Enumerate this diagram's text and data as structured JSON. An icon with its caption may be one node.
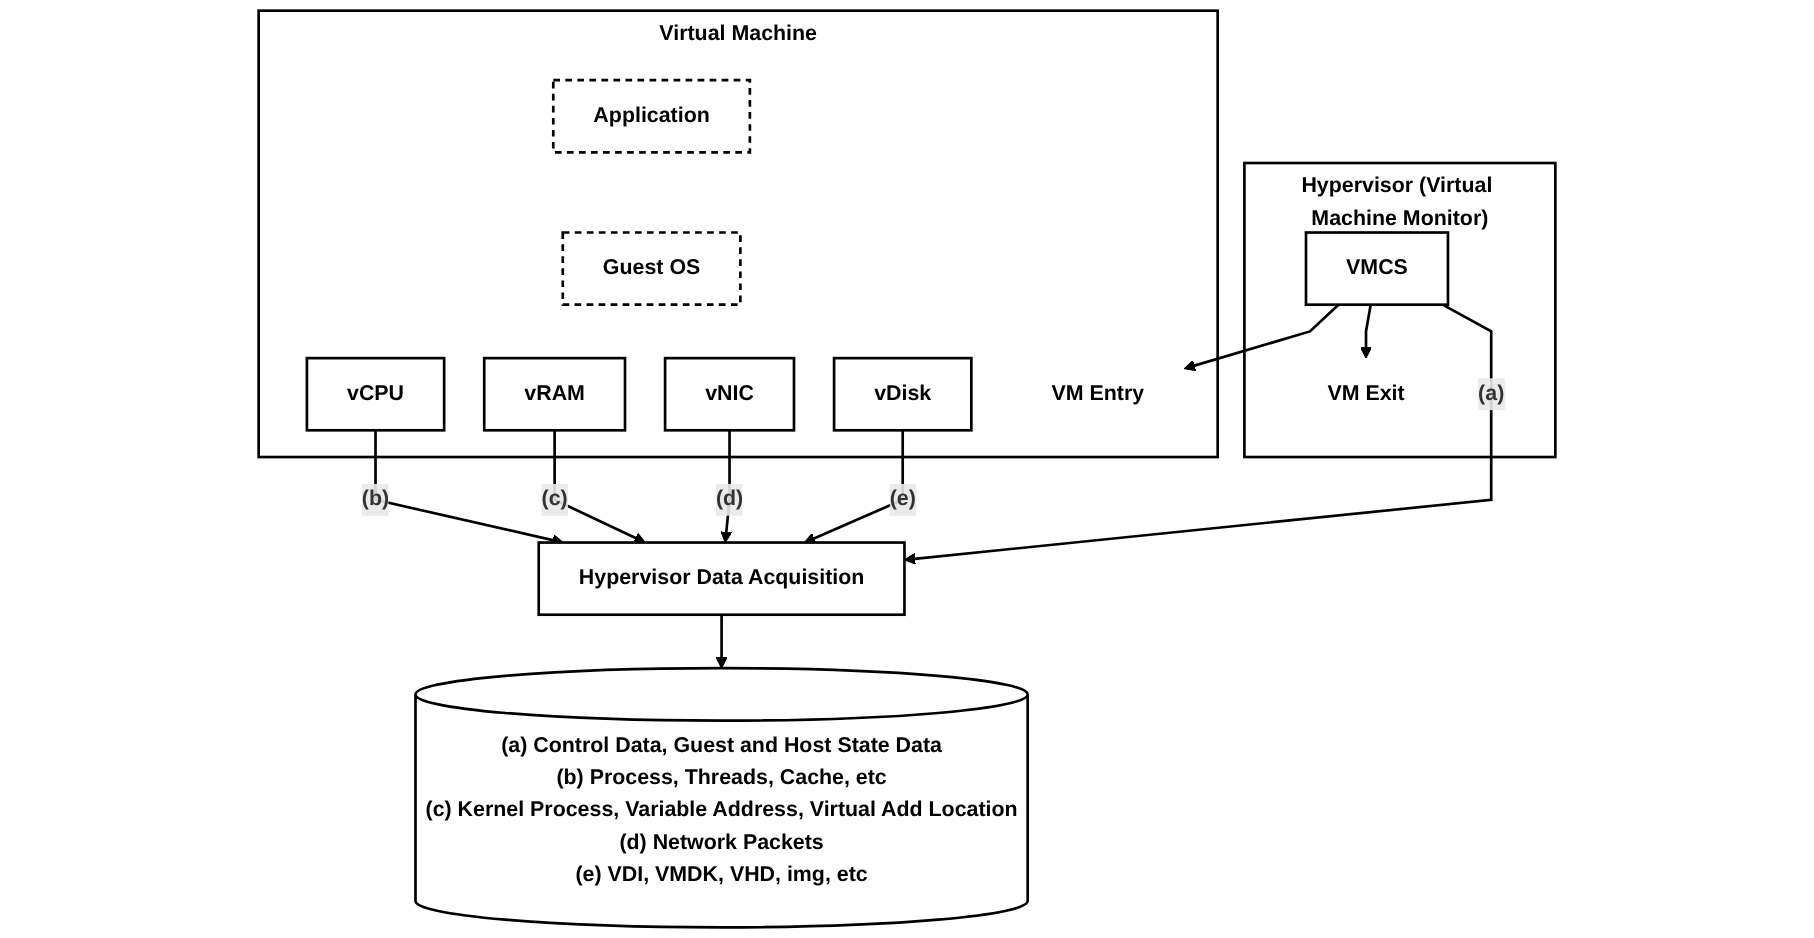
{
  "diagram": {
    "nodes": [
      {
        "text": [
          "Virtual Machine"
        ]
      },
      {
        "text": [
          "Application"
        ],
        "in": 0
      },
      {
        "text": [
          "Guest OS"
        ],
        "in": 0
      },
      {
        "text": [
          "vCPU"
        ],
        "in": 0
      },
      {
        "text": [
          "vRAM"
        ],
        "in": 0
      },
      {
        "text": [
          "vNIC"
        ],
        "in": 0
      },
      {
        "text": [
          "vDisk"
        ],
        "in": 0
      },
      {
        "text": [
          "Hypervisor (Virtual Machine Monitor)"
        ]
      },
      {
        "text": [
          "VMCS"
        ],
        "in": 7
      },
      {
        "text": [
          "Hypervisor Data Acquisition"
        ]
      },
      {
        "text": [
          "(a) Control Data, Guest and Host State Data",
          "(b) Process, Threads, Cache, etc",
          "(c) Kernel Process, Variable Address, Virtual Add Location",
          "(d) Network Packets",
          "(e) VDI, VMDK, VHD, img, etc"
        ]
      },
      {
        "text": [
          "VM Entry"
        ],
        "in": 0
      },
      {
        "text": [
          "VM Exit"
        ],
        "in": 7
      }
    ],
    "edges": [
      {
        "from": 3,
        "to": 9,
        "arrow": "to",
        "label": "(b)"
      },
      {
        "from": 4,
        "to": 9,
        "arrow": "to",
        "label": "(c)"
      },
      {
        "from": 5,
        "to": 9,
        "arrow": "to",
        "label": "(d)"
      },
      {
        "from": 6,
        "to": 9,
        "arrow": "to",
        "label": "(e)"
      },
      {
        "from": 8,
        "to": 11,
        "arrow": "to"
      },
      {
        "from": 8,
        "to": 9,
        "arrow": "to",
        "label": "(a)"
      },
      {
        "from": 8,
        "to": 12,
        "arrow": "to"
      },
      {
        "from": 9,
        "to": 10,
        "arrow": "to"
      }
    ]
  }
}
